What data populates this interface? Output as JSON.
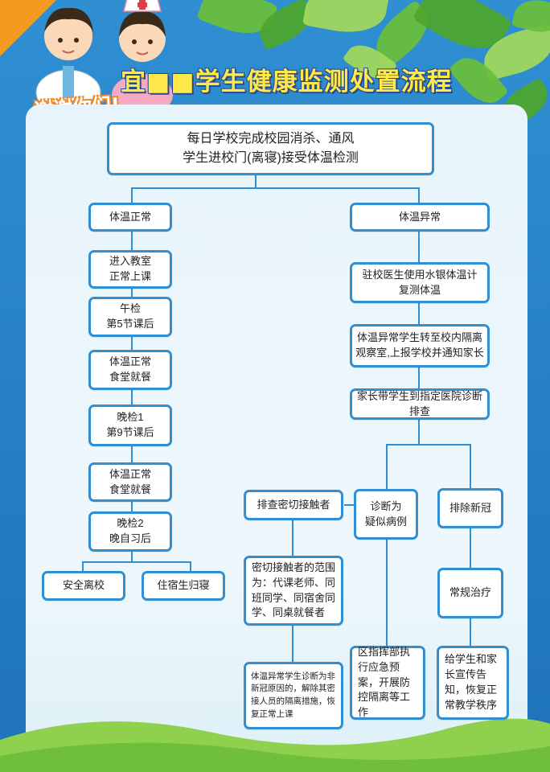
{
  "header": {
    "title": "宜■■学生健康监测处置流程",
    "thanks": "谢谢你们!"
  },
  "flow": {
    "start": "每日学校完成校园消杀、通风\n学生进校门(离寝)接受体温检测",
    "normal": {
      "head": "体温正常",
      "steps": [
        "进入教室\n正常上课",
        "午检\n第5节课后",
        "体温正常\n食堂就餐",
        "晚检1\n第9节课后",
        "体温正常\n食堂就餐",
        "晚检2\n晚自习后"
      ],
      "leave": "安全离校",
      "dorm": "住宿生归寝"
    },
    "abnormal": {
      "head": "体温异常",
      "recheck": "驻校医生使用水银体温计\n复测体温",
      "isolate": "体温异常学生转至校内隔离\n观察室,上报学校并通知家长",
      "hospital": "家长带学生到指定医院诊断排查",
      "contacts": {
        "head": "排查密切接触者",
        "scope": "密切接触者的范围为：代课老师、同班同学、同宿舍同学、同桌就餐者",
        "release": "体温异常学生诊断为非新冠原因的，解除其密接人员的隔离措施，恢复正常上课"
      },
      "suspect": {
        "head": "诊断为\n疑似病例",
        "action": "区指挥部执行应急预案，开展防控隔离等工作"
      },
      "excluded": {
        "head": "排除新冠",
        "treat": "常规治疗",
        "notify": "给学生和家长宣传告知，恢复正常教学秩序"
      }
    }
  },
  "colors": {
    "box_border": "#2f8fd2",
    "title": "#ffe94a",
    "background": "#2f8fd2",
    "leaf": "#6bbf3a",
    "panel": "#e7f4fb"
  }
}
